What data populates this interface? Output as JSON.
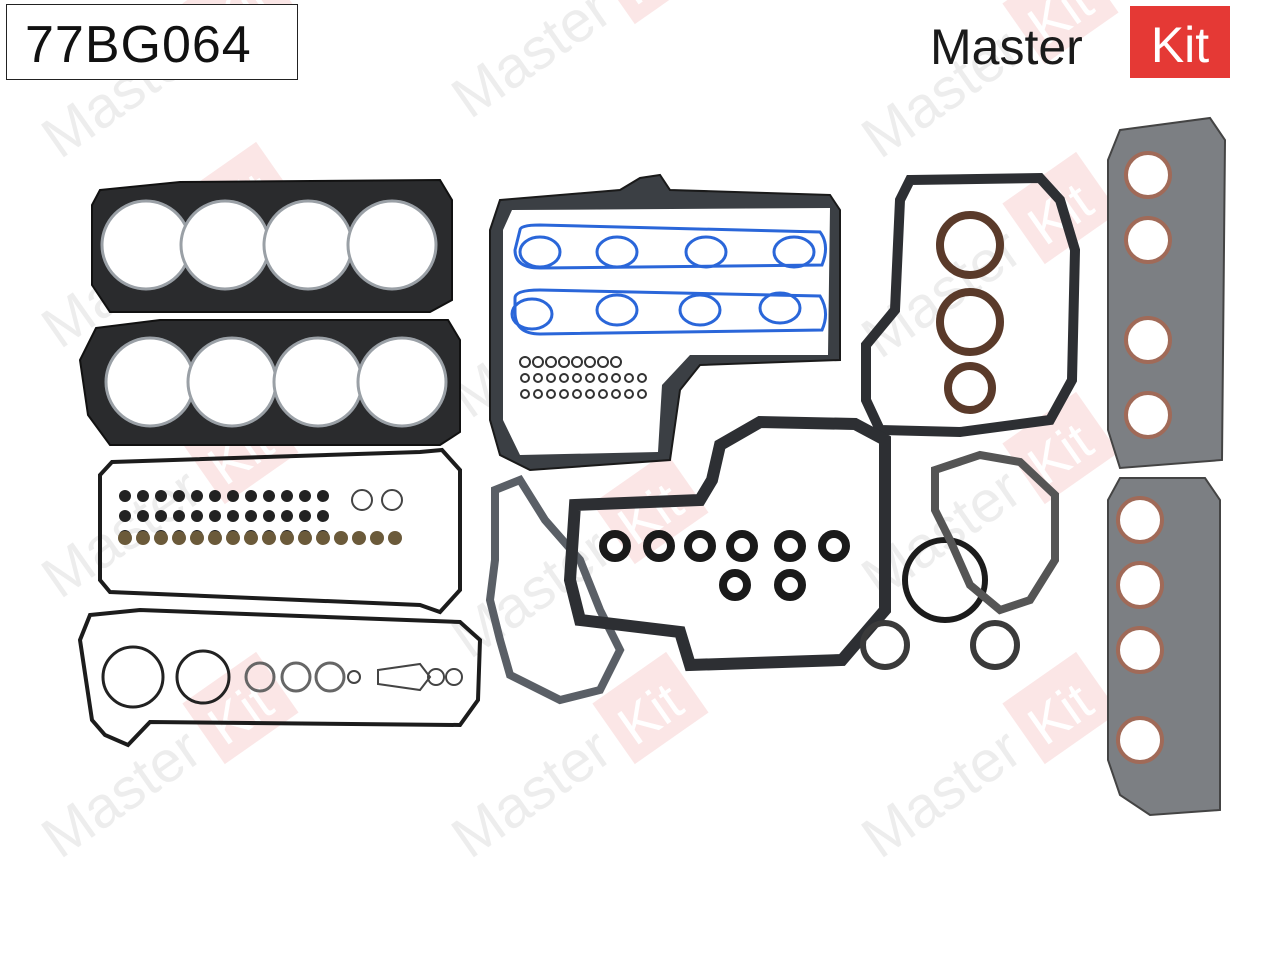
{
  "part_number": "77BG064",
  "logo": {
    "word": "Master",
    "badge": "Kit",
    "badge_color": "#e53935"
  },
  "watermark": {
    "word": "Master",
    "badge": "Kit"
  },
  "colors": {
    "gasket_dark": "#1c1c1c",
    "gasket_steel": "#5d6166",
    "intake_blue": "#2a66d9",
    "seal_brown": "#5a3a2a",
    "manifold_gray": "#7c7f83"
  }
}
